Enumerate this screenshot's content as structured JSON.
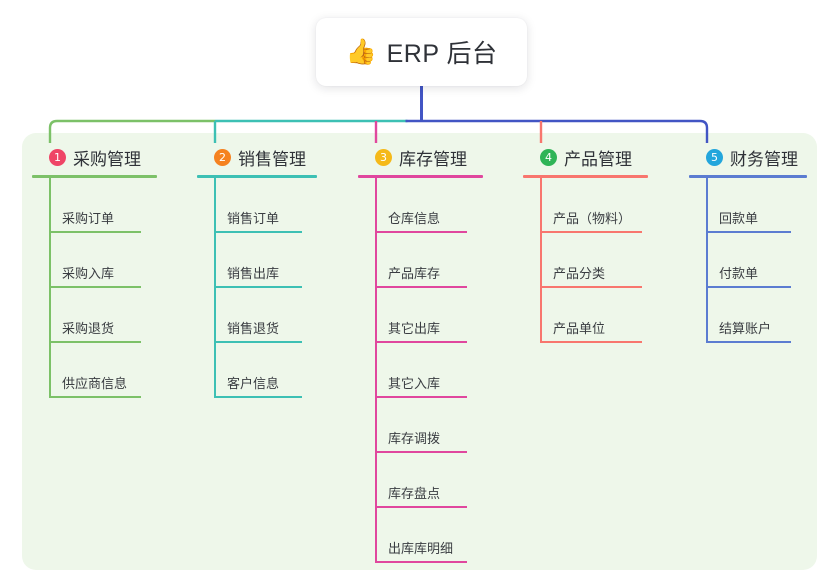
{
  "diagram": {
    "background_color": "#ffffff",
    "panel_color": "#eef7ea"
  },
  "root": {
    "icon": "thumbs-up-icon",
    "emoji": "👍",
    "title": "ERP 后台",
    "stem_color": "#4255c4"
  },
  "branches": [
    {
      "number": "1",
      "title": "采购管理",
      "badge_color": "#ef4566",
      "line_color": "#7cc168",
      "children": [
        {
          "label": "采购订单"
        },
        {
          "label": "采购入库"
        },
        {
          "label": "采购退货"
        },
        {
          "label": "供应商信息"
        }
      ]
    },
    {
      "number": "2",
      "title": "销售管理",
      "badge_color": "#f58220",
      "line_color": "#3dc0b4",
      "children": [
        {
          "label": "销售订单"
        },
        {
          "label": "销售出库"
        },
        {
          "label": "销售退货"
        },
        {
          "label": "客户信息"
        }
      ]
    },
    {
      "number": "3",
      "title": "库存管理",
      "badge_color": "#f5b919",
      "line_color": "#e0479e",
      "children": [
        {
          "label": "仓库信息"
        },
        {
          "label": "产品库存"
        },
        {
          "label": "其它出库"
        },
        {
          "label": "其它入库"
        },
        {
          "label": "库存调拨"
        },
        {
          "label": "库存盘点"
        },
        {
          "label": "出库库明细"
        }
      ]
    },
    {
      "number": "4",
      "title": "产品管理",
      "badge_color": "#2fb457",
      "line_color": "#f8766e",
      "children": [
        {
          "label": "产品（物料）"
        },
        {
          "label": "产品分类"
        },
        {
          "label": "产品单位"
        }
      ]
    },
    {
      "number": "5",
      "title": "财务管理",
      "badge_color": "#23a6dc",
      "line_color": "#5b7cd1",
      "children": [
        {
          "label": "回款单"
        },
        {
          "label": "付款单"
        },
        {
          "label": "结算账户"
        }
      ]
    }
  ]
}
